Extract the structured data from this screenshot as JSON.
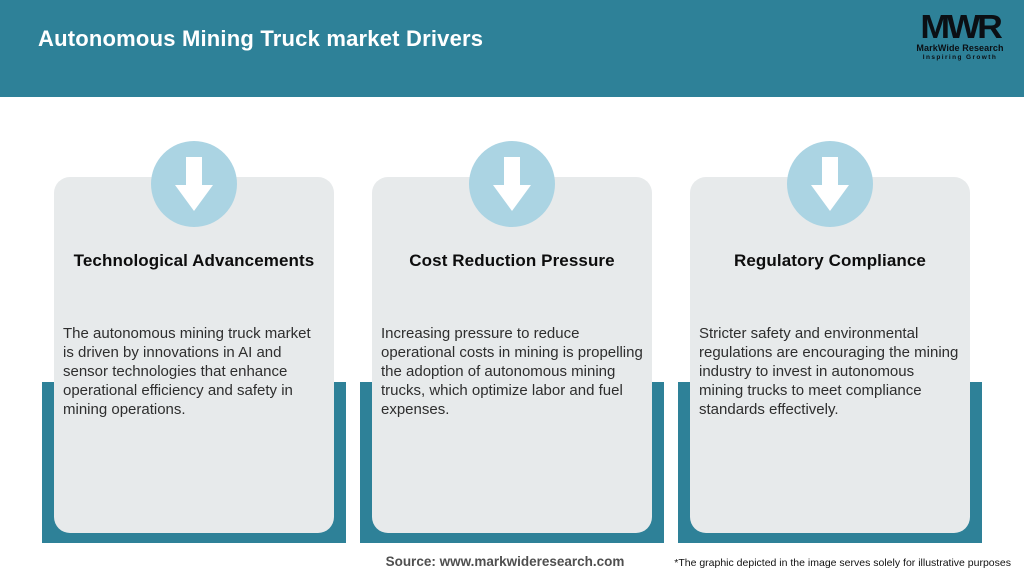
{
  "header": {
    "title": "Autonomous Mining Truck market Drivers"
  },
  "logo": {
    "monogram": "MWR",
    "name": "MarkWide Research",
    "tagline": "Inspiring Growth"
  },
  "cards": [
    {
      "icon": "down-arrow-icon",
      "title": "Technological Advancements",
      "body": "The autonomous mining truck market is driven by innovations in AI and sensor technologies that enhance operational efficiency and safety in mining operations."
    },
    {
      "icon": "down-arrow-icon",
      "title": "Cost Reduction Pressure",
      "body": "Increasing pressure to reduce operational costs in mining is propelling the adoption of autonomous mining trucks, which optimize labor and fuel expenses."
    },
    {
      "icon": "down-arrow-icon",
      "title": "Regulatory Compliance",
      "body": "Stricter safety and environmental regulations are encouraging the mining industry to invest in autonomous mining trucks to meet compliance standards effectively."
    }
  ],
  "footer": {
    "source": "Source: www.markwideresearch.com",
    "disclaimer": "*The graphic depicted in the image serves solely for illustrative purposes"
  },
  "colors": {
    "header_teal": "#2e8198",
    "tray_teal": "#2e8198",
    "circle_blue": "#abd4e3",
    "card_bg": "#e7eaeb",
    "header_text": "#ffffff",
    "title_text": "#0d0d0d",
    "body_text": "#2e2e2e",
    "source_text": "#4f4f4f",
    "disclaimer_text": "#111111",
    "logo_text": "#0b0f14"
  }
}
